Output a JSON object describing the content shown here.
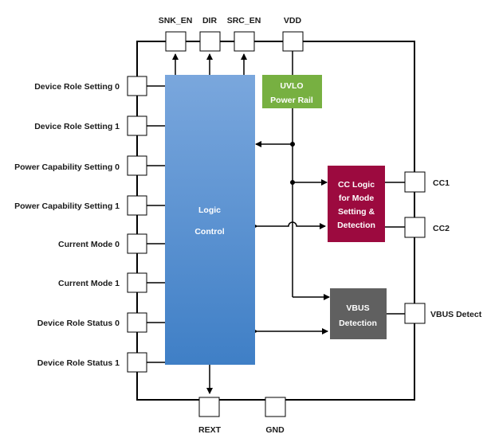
{
  "top_pins": [
    {
      "label": "SNK_EN"
    },
    {
      "label": "DIR"
    },
    {
      "label": "SRC_EN"
    },
    {
      "label": "VDD"
    }
  ],
  "left_pins": [
    {
      "label": "Device Role Setting 0"
    },
    {
      "label": "Device Role Setting 1"
    },
    {
      "label": "Power Capability Setting 0"
    },
    {
      "label": "Power Capability Setting 1"
    },
    {
      "label": "Current Mode 0"
    },
    {
      "label": "Current Mode 1"
    },
    {
      "label": "Device Role Status 0"
    },
    {
      "label": "Device Role Status 1"
    }
  ],
  "right_pins": [
    {
      "label": "CC1"
    },
    {
      "label": "CC2"
    },
    {
      "label": "VBUS Detect"
    }
  ],
  "bottom_pins": [
    {
      "label": "REXT"
    },
    {
      "label": "GND"
    }
  ],
  "blocks": {
    "logic": {
      "line1": "Logic",
      "line2": "Control",
      "color_top": "#7aa7dd",
      "color_bottom": "#3f7fc6"
    },
    "uvlo": {
      "line1": "UVLO",
      "line2": "Power Rail",
      "color": "#77b041"
    },
    "cc": {
      "line1": "CC Logic",
      "line2": "for Mode",
      "line3": "Setting &",
      "line4": "Detection",
      "color": "#9c0a3f"
    },
    "vbus": {
      "line1": "VBUS",
      "line2": "Detection",
      "color": "#606060"
    }
  }
}
